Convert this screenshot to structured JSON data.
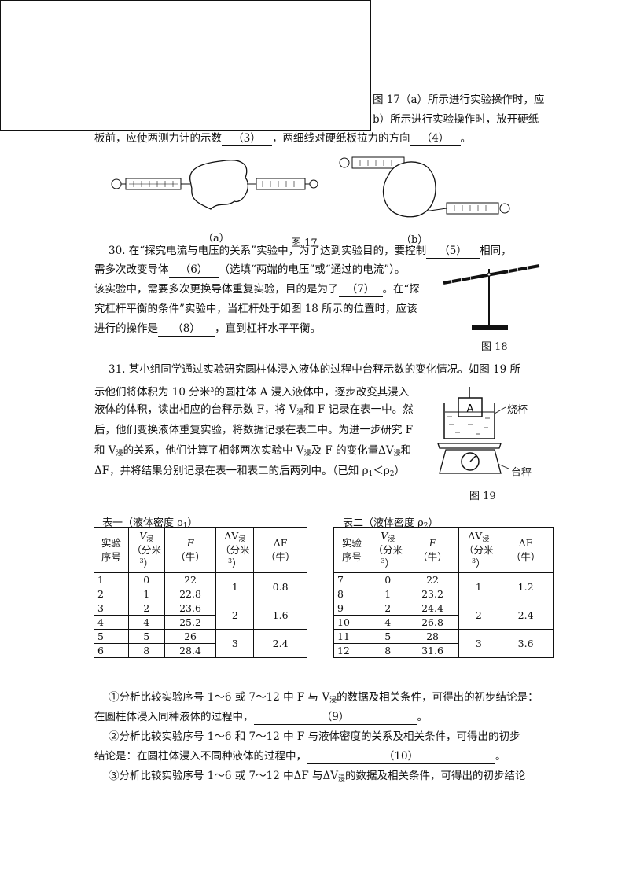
{
  "q29": {
    "line1_tail": "图 17（a）所示进行实验操作时，应",
    "line2_tail": "b）所示进行实验操作时，放开硬纸",
    "line3_pre": "板前，应使两测力计的示数",
    "blank3": "（3）",
    "line3_mid": "，两细线对硬纸板拉力的方向",
    "blank4": "（4）",
    "line3_end": "。",
    "fig_a_label": "（a）",
    "fig_b_label": "（b）",
    "fig_caption": "图 17"
  },
  "q30": {
    "line1_pre": "30. 在“探究电流与电压的关系”实验中，为了达到实验目的，要控制",
    "blank5": "（5）",
    "line1_end": "相同，",
    "line2_pre": "需多次改变导体",
    "blank6": "（6）",
    "line2_end": "（选填“两端的电压”或“通过的电流”）。",
    "line3_pre": "该实验中，需要多次更换导体重复实验，目的是为了",
    "blank7": "（7）",
    "line3_end": "。在“探",
    "line4": "究杠杆平衡的条件”实验中，当杠杆处于如图 18 所示的位置时，应该",
    "line5_pre": "进行的操作是",
    "blank8": "（8）",
    "line5_end": "，直到杠杆水平平衡。",
    "fig_caption": "图 18"
  },
  "q31": {
    "line1": "31. 某小组同学通过实验研究圆柱体浸入液体的过程中台秤示数的变化情况。如图 19 所",
    "line2a": "示他们将体积为 10 分米",
    "line2b": "的圆柱体 A 浸入液体中，逐步改变其浸入",
    "line3": "液体的体积，读出相应的台秤示数 F，将 V",
    "line3b": "和 F 记录在表一中。然",
    "line4": "后，他们变换液体重复实验，将数据记录在表二中。为进一步研究 F",
    "line5a": "和 V",
    "line5b": "的关系，他们计算了相邻两次实验中 V",
    "line5c": "及 F 的变化量ΔV",
    "line5d": "和",
    "line6": "ΔF，并将结果分别记录在表一和表二的后两列中。（已知 ρ",
    "line6b": "＜ρ",
    "line6c": "）",
    "sub_jin": "浸",
    "sub1": "1",
    "sub2": "2",
    "sup3": "3",
    "fig_label_A": "A",
    "fig_label_beaker": "烧杯",
    "fig_label_scale": "台秤",
    "fig_caption": "图 19"
  },
  "table1": {
    "caption_pre": "表一（液体密度 ρ",
    "caption_sub": "1",
    "caption_end": "）",
    "headers": {
      "seq": "实验序号",
      "v": "V",
      "v_sub": "浸",
      "v_unit": "（分米",
      "f": "F",
      "f_unit": "（牛）",
      "dv": "ΔV",
      "dv_sub": "浸",
      "dv_unit": "（分米",
      "df": "ΔF",
      "df_unit": "（牛）",
      "sup": "3",
      "close": "）"
    },
    "rows": [
      {
        "seq": "1",
        "v": "0",
        "f": "22"
      },
      {
        "seq": "2",
        "v": "1",
        "f": "22.8"
      },
      {
        "seq": "3",
        "v": "2",
        "f": "23.6"
      },
      {
        "seq": "4",
        "v": "4",
        "f": "25.2"
      },
      {
        "seq": "5",
        "v": "5",
        "f": "26"
      },
      {
        "seq": "6",
        "v": "8",
        "f": "28.4"
      }
    ],
    "deltas": [
      {
        "dv": "1",
        "df": "0.8"
      },
      {
        "dv": "2",
        "df": "1.6"
      },
      {
        "dv": "3",
        "df": "2.4"
      }
    ]
  },
  "table2": {
    "caption_pre": "表二（液体密度 ρ",
    "caption_sub": "2",
    "caption_end": "）",
    "rows": [
      {
        "seq": "7",
        "v": "0",
        "f": "22"
      },
      {
        "seq": "8",
        "v": "1",
        "f": "23.2"
      },
      {
        "seq": "9",
        "v": "2",
        "f": "24.4"
      },
      {
        "seq": "10",
        "v": "4",
        "f": "26.8"
      },
      {
        "seq": "11",
        "v": "5",
        "f": "28"
      },
      {
        "seq": "12",
        "v": "8",
        "f": "31.6"
      }
    ],
    "deltas": [
      {
        "dv": "1",
        "df": "1.2"
      },
      {
        "dv": "2",
        "df": "2.4"
      },
      {
        "dv": "3",
        "df": "3.6"
      }
    ]
  },
  "questions": {
    "q1_line1a": "①分析比较实验序号 1～6 或 7～12 中 F 与 V",
    "q1_line1b": "的数据及相关条件，可得出的初步结论是：",
    "q1_line2_pre": "在圆柱体浸入同种液体的过程中，",
    "blank9": "（9）",
    "q1_line2_end": "。",
    "q2_line1": "②分析比较实验序号 1～6 和 7～12 中 F 与液体密度的关系及相关条件，可得出的初步",
    "q2_line2_pre": "结论是：在圆柱体浸入不同种液体的过程中，",
    "blank10": "（10）",
    "q2_line2_end": "。",
    "q3_line1a": "③分析比较实验序号 1～6 或 7～12 中ΔF 与ΔV",
    "q3_line1b": "的数据及相关条件，可得出的初步结论"
  }
}
